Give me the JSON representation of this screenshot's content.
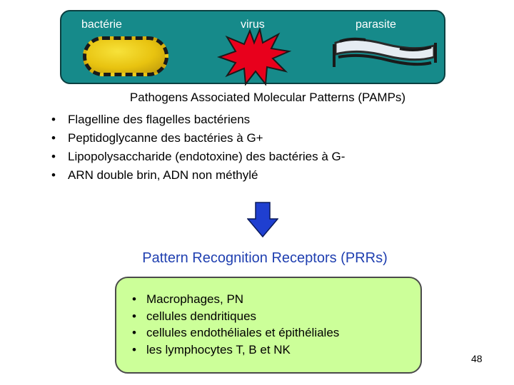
{
  "pathogens": {
    "bacteria_label": "bactérie",
    "virus_label": "virus",
    "parasite_label": "parasite",
    "box_color": "#168a8a",
    "bacteria_color": "#e8c310",
    "virus_color": "#e8001c"
  },
  "pamps": {
    "title": "Pathogens Associated Molecular Patterns (PAMPs)",
    "items": [
      "Flagelline des flagelles bactériens",
      "Peptidoglycanne des bactéries à G+",
      "Lipopolysaccharide (endotoxine) des bactéries à G-",
      "ARN double brin, ADN non méthylé"
    ]
  },
  "arrow": {
    "icon": "down-arrow-icon",
    "color": "#1f3fd0"
  },
  "prrs": {
    "title": "Pattern Recognition Receptors (PRRs)",
    "title_color": "#1f3fb0",
    "box_color": "#ccff99",
    "items": [
      "Macrophages, PN",
      "cellules dendritiques",
      "cellules endothéliales et épithéliales",
      "les lymphocytes T, B et NK"
    ]
  },
  "bullet_glyph": "•",
  "page_number": "48"
}
